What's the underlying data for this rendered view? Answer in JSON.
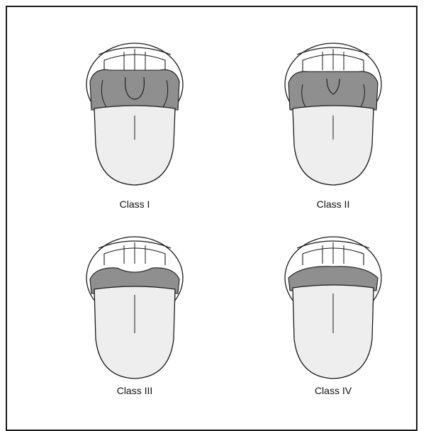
{
  "figure": {
    "panels": [
      {
        "label": "Class I",
        "class_index": 1
      },
      {
        "label": "Class II",
        "class_index": 2
      },
      {
        "label": "Class III",
        "class_index": 3
      },
      {
        "label": "Class IV",
        "class_index": 4
      }
    ],
    "colors": {
      "outline": "#1a1a1a",
      "shaded": "#8f8f8f",
      "fill": "#eeeeee"
    }
  }
}
